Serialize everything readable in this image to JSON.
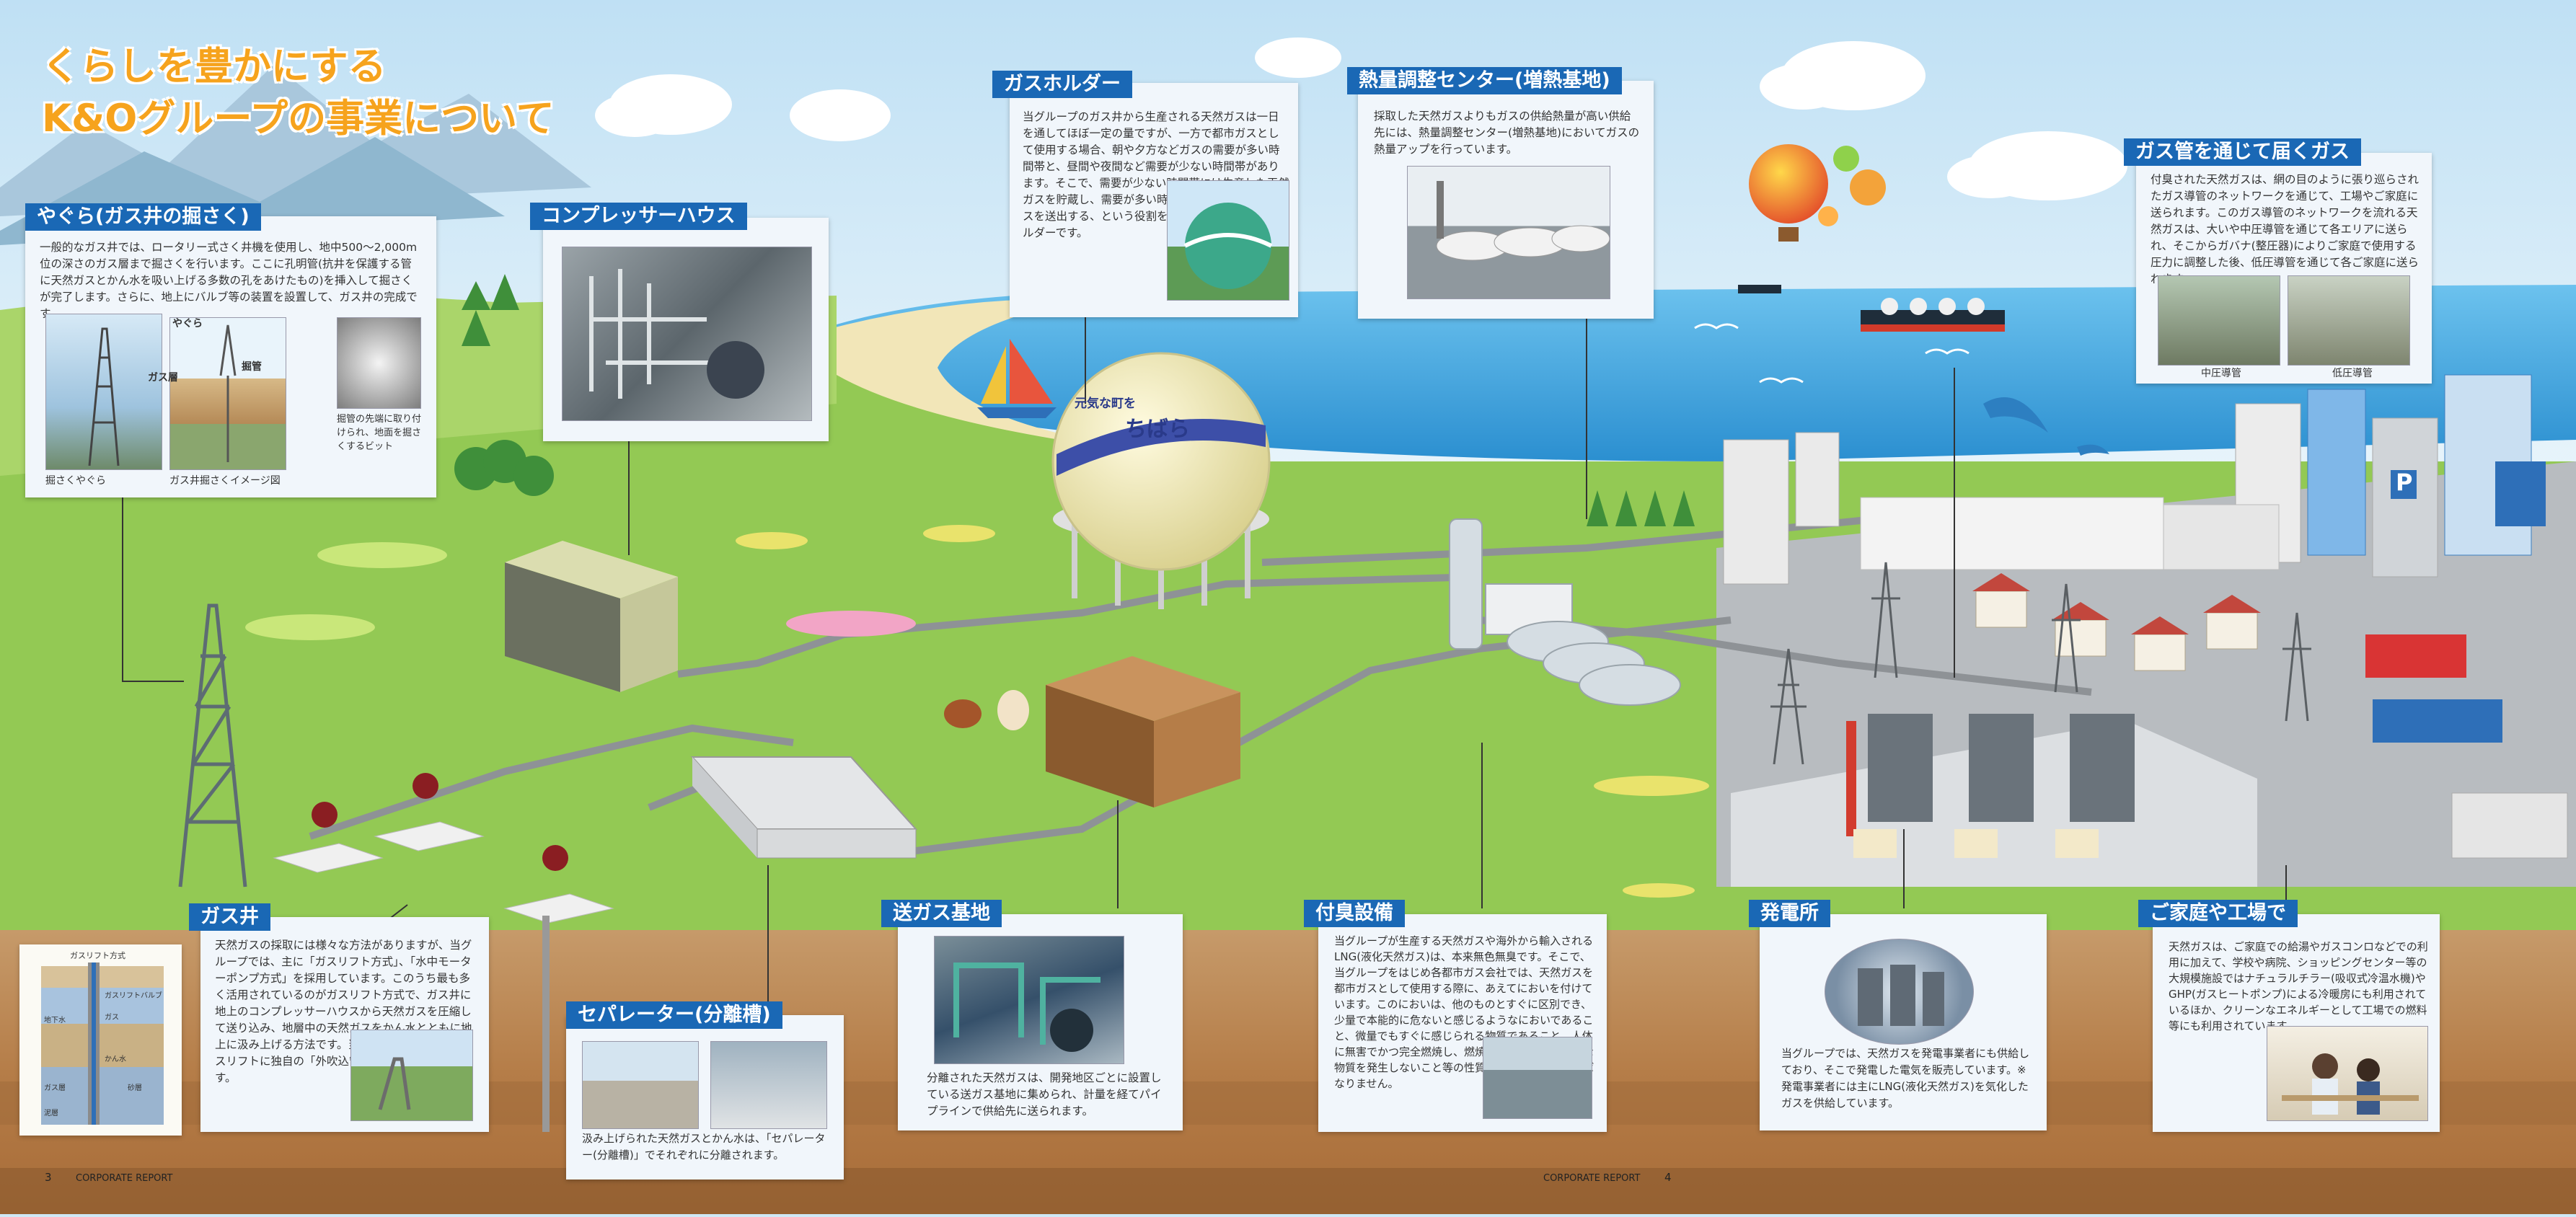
{
  "title": {
    "line1": "くらしを豊かにする",
    "line2": "K&Oグループの事業について"
  },
  "sections": {
    "yagura": {
      "label": "やぐら(ガス井の掘さく)",
      "text": "一般的なガス井では、ロータリー式さく井機を使用し、地中500〜2,000m位の深さのガス層まで掘さくを行います。ここに孔明管(抗井を保護する管に天然ガスとかん水を吸い上げる多数の孔をあけたもの)を挿入して掘さくが完了します。さらに、地上にバルブ等の装置を設置して、ガス井の完成です。",
      "photo_caption": "掘さくやぐら",
      "diagram_caption": "ガス井掘さくイメージ図",
      "label_yagura": "やぐら",
      "label_gas_layer": "ガス層",
      "label_pipe": "掘管",
      "bit_caption": "掘管の先端に取り付けられ、地面を掘さくするビット"
    },
    "compressor": {
      "label": "コンプレッサーハウス"
    },
    "gasholder": {
      "label": "ガスホルダー",
      "text": "当グループのガス井から生産される天然ガスは一日を通してほぼ一定の量ですが、一方で都市ガスとして使用する場合、朝や夕方などガスの需要が多い時間帯と、昼間や夜間など需要が少ない時間帯があります。そこで、需要が少ない時間帯には生産した天然ガスを貯蔵し、需要が多い時間帯に貯蔵した天然ガスを送出する、という役割を担っているのがガスホルダーです。"
    },
    "calorie": {
      "label": "熱量調整センター(増熱基地)",
      "text": "採取した天然ガスよりもガスの供給熱量が高い供給先には、熱量調整センター(増熱基地)においてガスの熱量アップを行っています。"
    },
    "pipeline": {
      "label": "ガス管を通じて届くガス",
      "text": "付臭された天然ガスは、網の目のように張り巡らされたガス導管のネットワークを通じて、工場やご家庭に送られます。このガス導管のネットワークを流れる天然ガスは、大いや中圧導管を通じて各エリアに送られ、そこからガバナ(整圧器)によりご家庭で使用する圧力に調整した後、低圧導管を通じて各ご家庭に送られます。",
      "caption_medium": "中圧導管",
      "caption_low": "低圧導管"
    },
    "gaswell": {
      "label": "ガス井",
      "text": "天然ガスの採取には様々な方法がありますが、当グループでは、主に「ガスリフト方式」、「水中モーターポンプ方式」を採用しています。このうち最も多く活用されているのがガスリフト方式で、ガス井に地上のコンプレッサーハウスから天然ガスを圧縮して送り込み、地層中の天然ガスをかん水とともに地上に汲み上げる方法です。当グループでは、このガスリフトに独自の「外吹込管方式」を採用しています。",
      "diagram_title": "ガスリフト方式",
      "diagram_labels": [
        "ガスリフトバルブ",
        "ガス",
        "地下水",
        "かん水",
        "ガス層",
        "砂層",
        "泥層"
      ]
    },
    "separator": {
      "label": "セパレーター(分離槽)",
      "text": "汲み上げられた天然ガスとかん水は、「セパレーター(分離槽)」でそれぞれに分離されます。"
    },
    "sending": {
      "label": "送ガス基地",
      "text": "分離された天然ガスは、開発地区ごとに設置している送ガス基地に集められ、計量を経てパイプラインで供給先に送られます。"
    },
    "odor": {
      "label": "付臭設備",
      "text": "当グループが生産する天然ガスや海外から輸入されるLNG(液化天然ガス)は、本来無色無臭です。そこで、当グループをはじめ各都市ガス会社では、天然ガスを都市ガスとして使用する際に、あえてにおいを付けています。このにおいは、他のものとすぐに区別でき、少量で本能的に危ないと感じるようなにおいであること、微量でもすぐに感じられる物質であること、人体に無害でかつ完全燃焼し、燃焼後は無臭でかつ有害な物質を発生しないこと等の性質を持つものでなければなりません。"
    },
    "power": {
      "label": "発電所",
      "text": "当グループでは、天然ガスを発電事業者にも供給しており、そこで発電した電気を販売しています。※発電事業者には主にLNG(液化天然ガス)を気化したガスを供給しています。"
    },
    "home": {
      "label": "ご家庭や工場で",
      "text": "天然ガスは、ご家庭での給湯やガスコンロなどでの利用に加えて、学校や病院、ショッピングセンター等の大規模施設ではナチュラルチラー(吸収式冷温水機)やGHP(ガスヒートポンプ)による冷暖房にも利用されているほか、クリーンなエネルギーとして工場での燃料等にも利用されています。"
    }
  },
  "scene_labels": {
    "gasholder_sign": "ちばら",
    "gasholder_sign_small": "元気な町を",
    "parking_sign": "P"
  },
  "footer": {
    "left_page": "3",
    "left_text": "CORPORATE REPORT",
    "right_text": "CORPORATE REPORT",
    "right_page": "4"
  },
  "colors": {
    "tag_blue": "#1a68b5",
    "title_orange": "#f6a31d",
    "grass": "#8fc94e",
    "sea": "#3d9fd9",
    "sky": "#d6ecf8",
    "soil": "#b97a43"
  }
}
